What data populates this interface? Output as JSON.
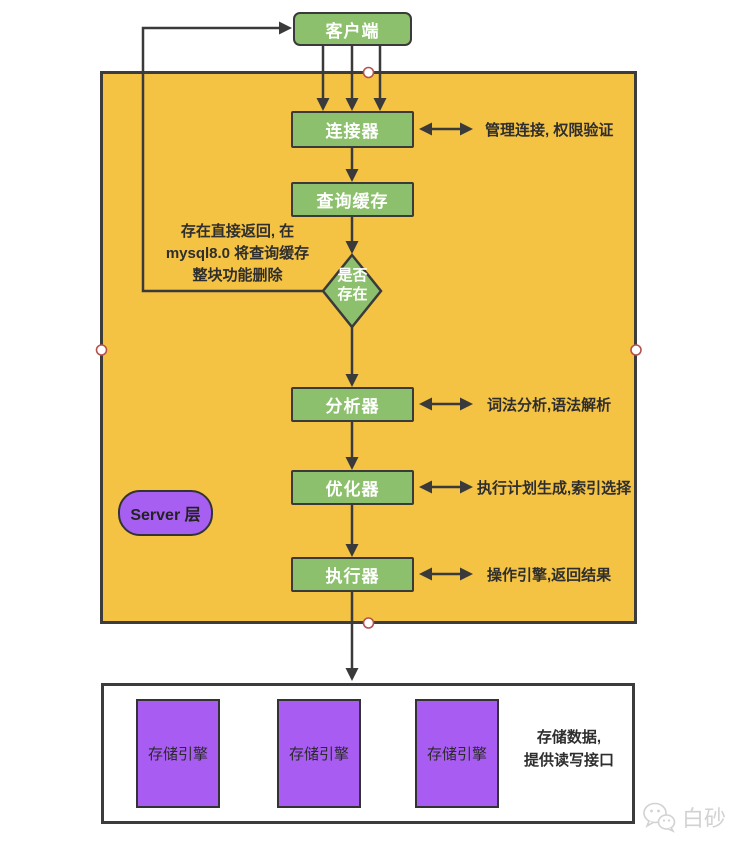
{
  "nodes": {
    "client": "客户端",
    "connector": "连接器",
    "query_cache": "查询缓存",
    "decision": "是否\n存在",
    "analyzer": "分析器",
    "optimizer": "优化器",
    "executor": "执行器",
    "server_layer_label": "Server 层",
    "storage_engines": [
      "存储引擎",
      "存储引擎",
      "存储引擎"
    ]
  },
  "annotations": {
    "connector": "管理连接, 权限验证",
    "query_cache_note": "存在直接返回, 在\nmysql8.0 将查询缓存\n整块功能删除",
    "analyzer": "词法分析,语法解析",
    "optimizer": "执行计划生成,索引选择",
    "executor": "操作引擎,返回结果",
    "storage": "存储数据,\n提供读写接口"
  },
  "watermark": {
    "text": "白砂"
  },
  "colors": {
    "server_box_fill": "#f5c343",
    "node_fill": "#8cc06c",
    "purple_fill": "#a95cf2",
    "line": "#3a3a3a",
    "connection_point_stroke": "#b5524e"
  }
}
